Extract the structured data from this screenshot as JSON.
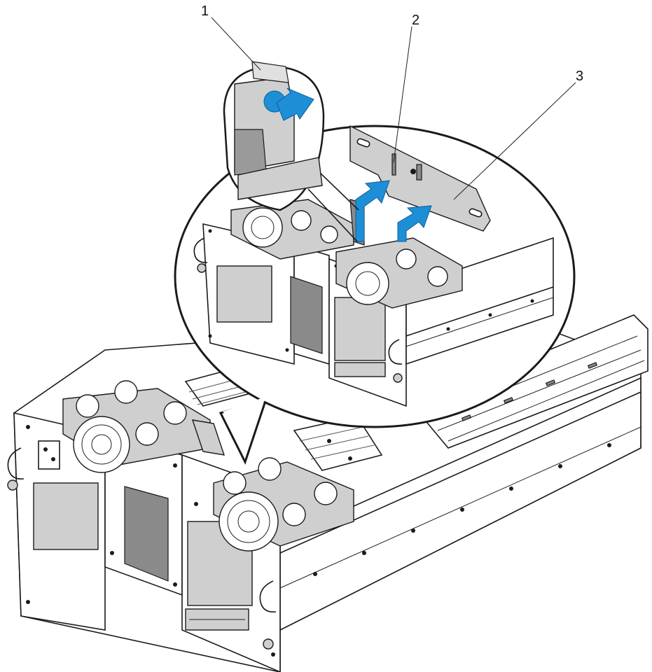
{
  "callouts": [
    {
      "id": "1",
      "label": "1"
    },
    {
      "id": "2",
      "label": "2"
    },
    {
      "id": "3",
      "label": "3"
    }
  ],
  "colors": {
    "arrow": "#1e8fd6",
    "outline": "#1a1a1a",
    "panel_fill": "#cfcfcf",
    "background": "#ffffff"
  },
  "icons": [
    "blue-arrow-icon",
    "fan-icon",
    "handle-icon",
    "thumbscrew-icon"
  ]
}
